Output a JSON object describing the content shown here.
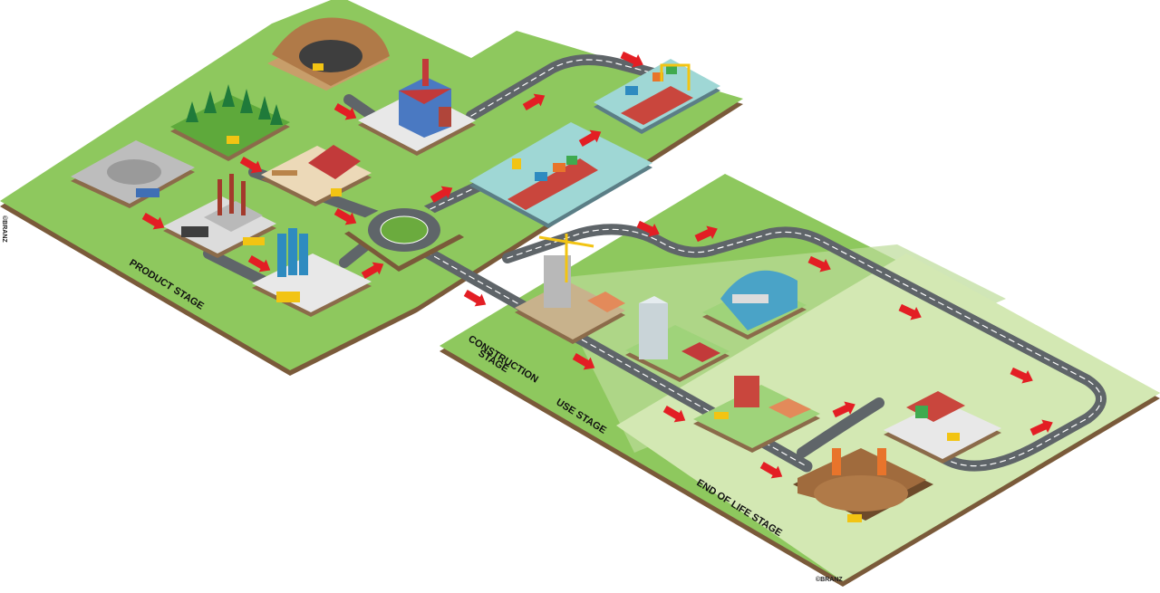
{
  "stages": {
    "product": "PRODUCT STAGE",
    "construction_1": "CONSTRUCTION",
    "construction_2": "STAGE",
    "use": "USE STAGE",
    "end_of_life": "END OF LIFE STAGE"
  },
  "copyright": "©BRANZ",
  "colors": {
    "board_green": "#8ec85e",
    "board_light": "#d3e8b3",
    "board_mid": "#bcdc98",
    "board_side": "#7a5a3a",
    "road": "#5f6569",
    "road_line": "#ffffff",
    "arrow": "#e31e24",
    "water": "#9fd7d5"
  }
}
